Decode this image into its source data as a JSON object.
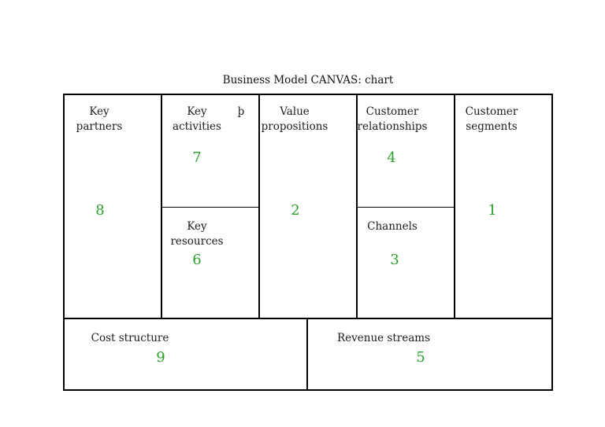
{
  "title": "Business Model CANVAS: chart",
  "colors": {
    "number_green": "#2ca02c",
    "label_text": "#1c1c1c",
    "line": "#000000"
  },
  "panels": {
    "key_partners": {
      "lines": [
        "Key",
        "partners"
      ],
      "number": "8"
    },
    "key_activities": {
      "lines": [
        "Key",
        "activities"
      ],
      "number": "7",
      "stray_char": "þ"
    },
    "key_resources": {
      "lines": [
        "Key",
        "resources"
      ],
      "number": "6"
    },
    "value_propositions": {
      "lines": [
        "Value",
        "propositions"
      ],
      "number": "2"
    },
    "customer_relationships": {
      "lines": [
        "Customer",
        "relationships"
      ],
      "number": "4"
    },
    "channels": {
      "lines": [
        "Channels"
      ],
      "number": "3"
    },
    "customer_segments": {
      "lines": [
        "Customer",
        "segments"
      ],
      "number": "1"
    },
    "cost_structure": {
      "lines": [
        "Cost structure"
      ],
      "number": "9"
    },
    "revenue_streams": {
      "lines": [
        "Revenue streams"
      ],
      "number": "5"
    }
  }
}
